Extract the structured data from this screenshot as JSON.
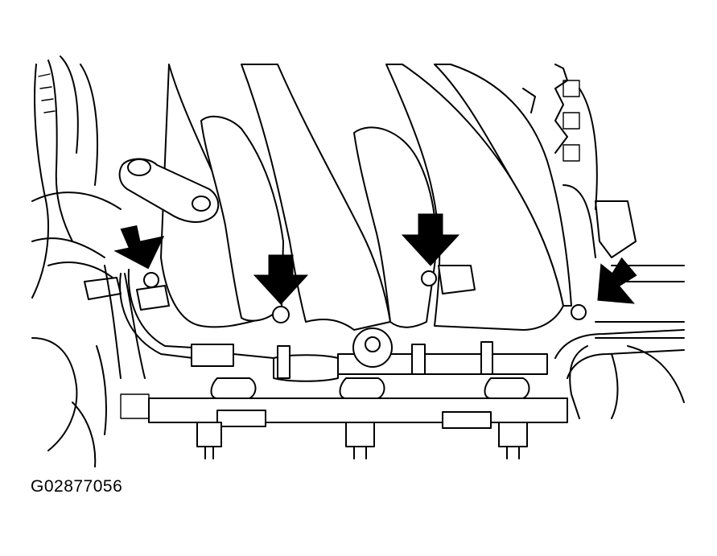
{
  "figure": {
    "id_label": "G02877056",
    "subject": "intake-manifold-bolts",
    "arrow_count": 4,
    "colors": {
      "line": "#000000",
      "background": "#ffffff",
      "arrow": "#000000"
    }
  }
}
